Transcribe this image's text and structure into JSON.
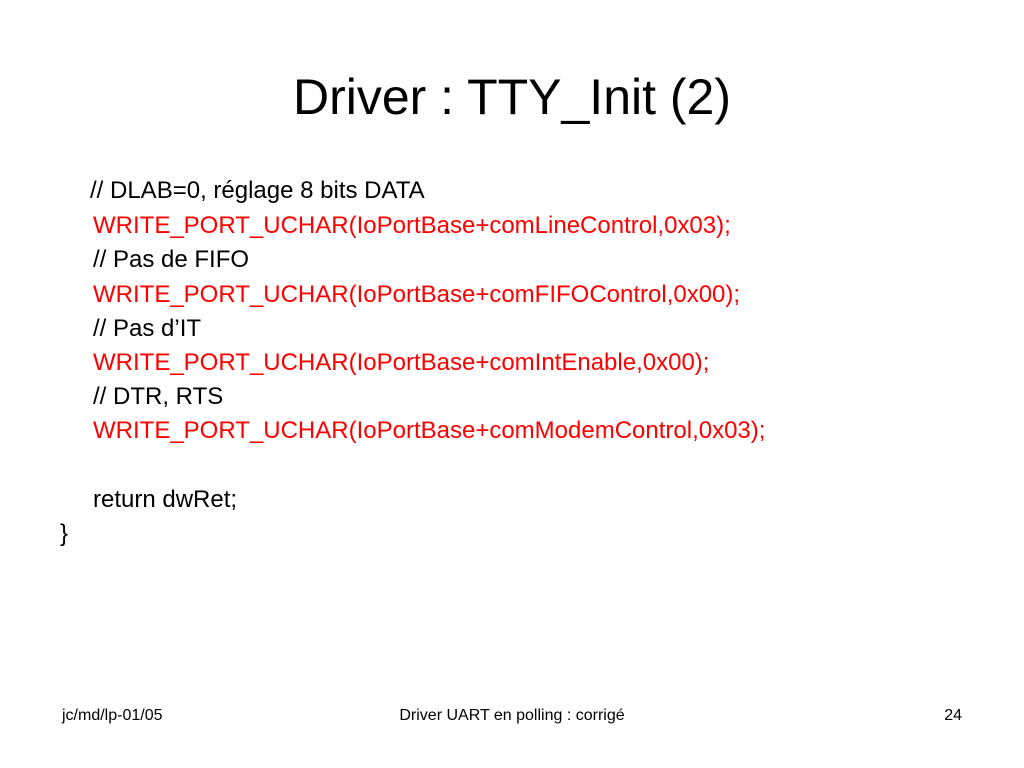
{
  "slide": {
    "title": "Driver : TTY_Init (2)",
    "code_lines": [
      "// DLAB=0, réglage 8 bits DATA",
      "WRITE_PORT_UCHAR(IoPortBase+comLineControl,0x03);",
      "// Pas de FIFO",
      "WRITE_PORT_UCHAR(IoPortBase+comFIFOControl,0x00);",
      "// Pas d’IT",
      "WRITE_PORT_UCHAR(IoPortBase+comIntEnable,0x00);",
      "// DTR, RTS",
      "WRITE_PORT_UCHAR(IoPortBase+comModemControl,0x03);",
      "return dwRet;",
      "}"
    ],
    "code_color": "#ff0000"
  },
  "footer": {
    "left": "jc/md/lp-01/05",
    "center": "Driver UART en polling : corrigé",
    "page_number": "24"
  }
}
